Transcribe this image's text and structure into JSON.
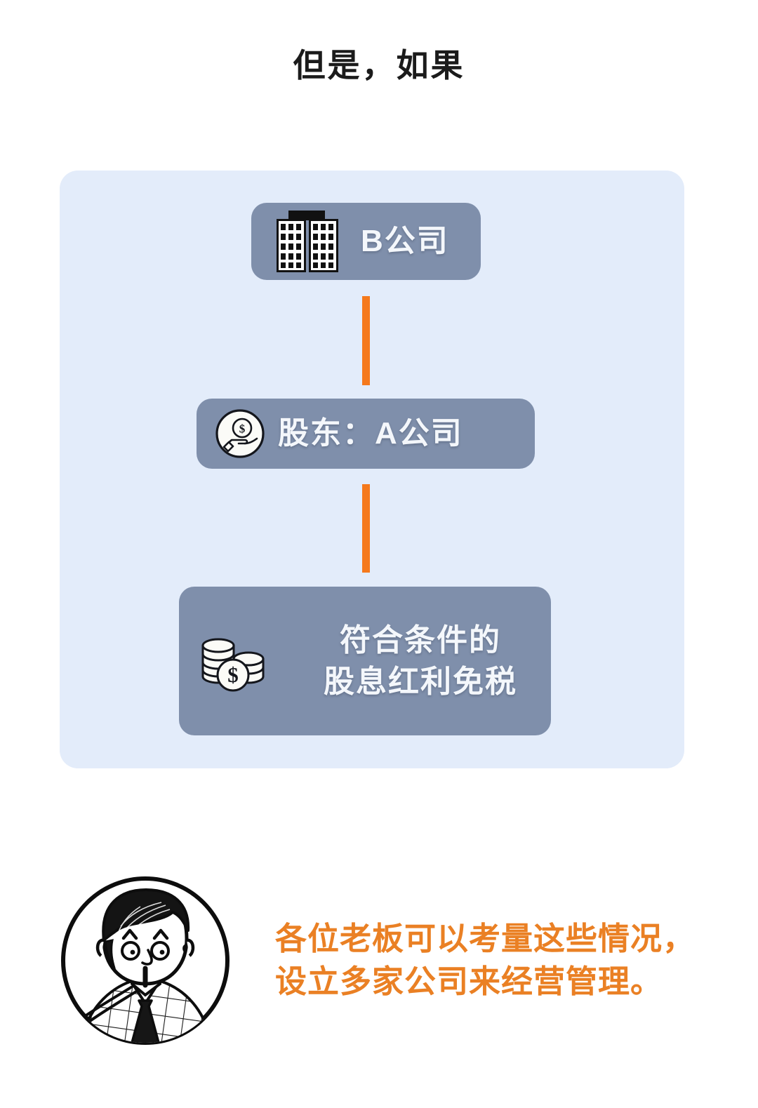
{
  "title": "但是，如果",
  "colors": {
    "panel_bg": "#e3ecfa",
    "node_bg": "#7f8fab",
    "connector": "#f5791c",
    "footer_text": "#ea8024",
    "title_text": "#1b1b1b",
    "node_text": "#f4f7fb",
    "page_bg": "#ffffff"
  },
  "diagram": {
    "type": "flow",
    "nodes": [
      {
        "id": "company-b",
        "label": "B公司",
        "icon": "office-building-icon"
      },
      {
        "id": "shareholder-a",
        "label": "股东：A公司",
        "icon": "hand-holding-coin-icon"
      },
      {
        "id": "tax-exempt",
        "label_line1": "符合条件的",
        "label_line2": "股息红利免税",
        "icon": "coin-stack-icon"
      }
    ],
    "connectors": [
      {
        "from": "company-b",
        "to": "shareholder-a"
      },
      {
        "from": "shareholder-a",
        "to": "tax-exempt"
      }
    ]
  },
  "footer": {
    "avatar_icon": "cartoon-businessman-avatar",
    "note_line1": "各位老板可以考量这些情况，",
    "note_line2": "设立多家公司来经营管理。"
  }
}
